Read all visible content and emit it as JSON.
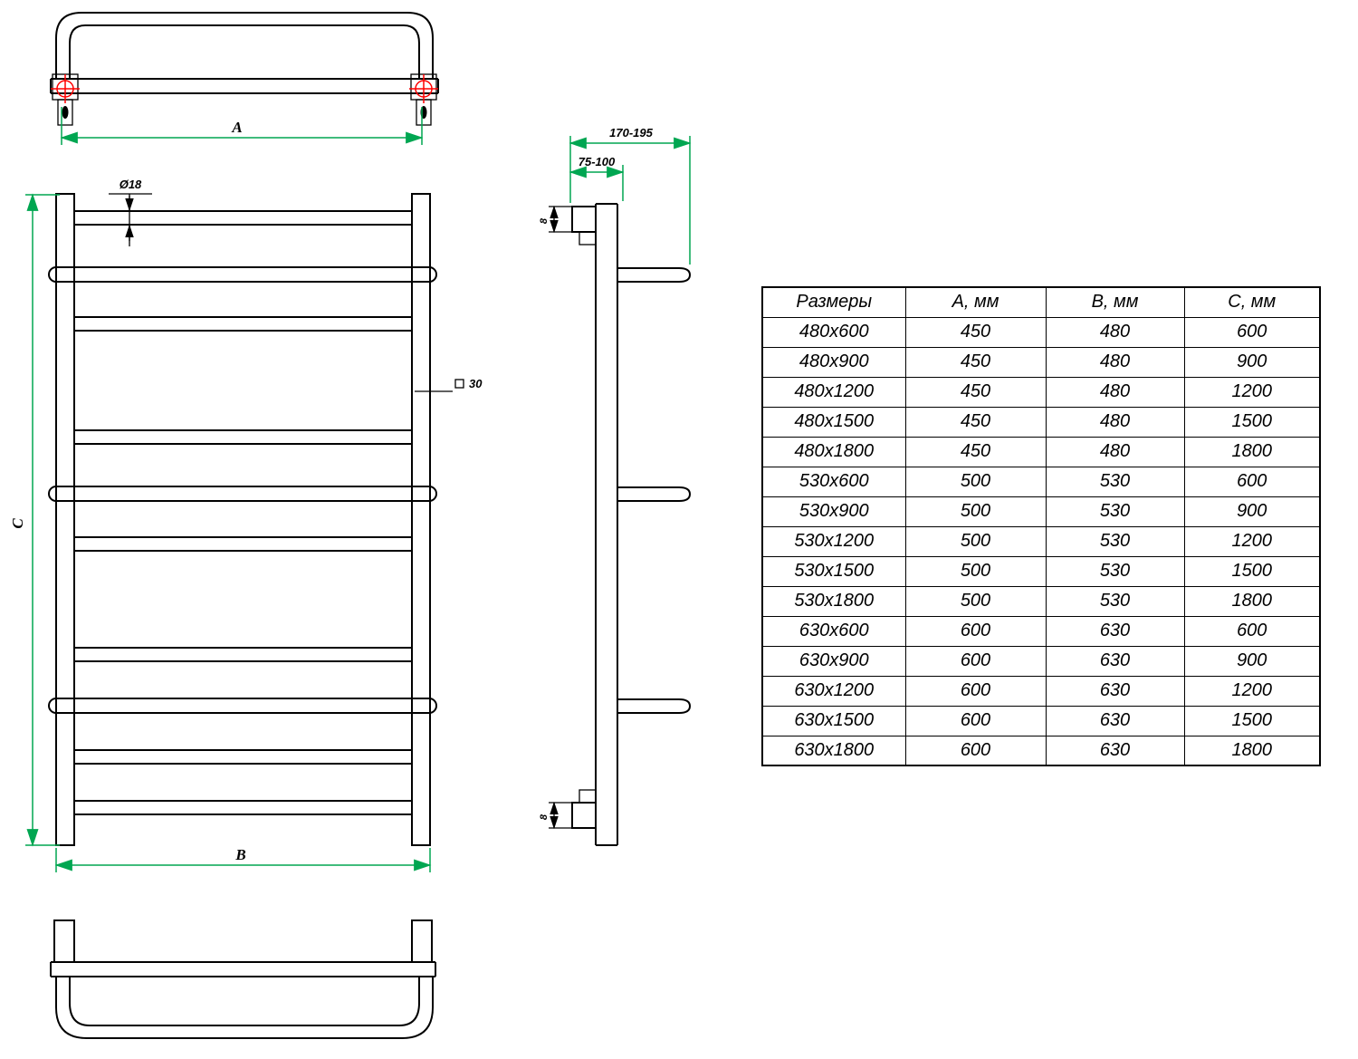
{
  "page": {
    "background": "#ffffff"
  },
  "table": {
    "headers": [
      "Размеры",
      "А, мм",
      "В, мм",
      "С, мм"
    ],
    "rows": [
      [
        "480x600",
        "450",
        "480",
        "600"
      ],
      [
        "480x900",
        "450",
        "480",
        "900"
      ],
      [
        "480x1200",
        "450",
        "480",
        "1200"
      ],
      [
        "480x1500",
        "450",
        "480",
        "1500"
      ],
      [
        "480x1800",
        "450",
        "480",
        "1800"
      ],
      [
        "530x600",
        "500",
        "530",
        "600"
      ],
      [
        "530x900",
        "500",
        "530",
        "900"
      ],
      [
        "530x1200",
        "500",
        "530",
        "1200"
      ],
      [
        "530x1500",
        "500",
        "530",
        "1500"
      ],
      [
        "530x1800",
        "500",
        "530",
        "1800"
      ],
      [
        "630x600",
        "600",
        "630",
        "600"
      ],
      [
        "630x900",
        "600",
        "630",
        "900"
      ],
      [
        "630x1200",
        "600",
        "630",
        "1200"
      ],
      [
        "630x1500",
        "600",
        "630",
        "1500"
      ],
      [
        "630x1800",
        "600",
        "630",
        "1800"
      ]
    ]
  },
  "drawing": {
    "dim_a_label": "А",
    "dim_b_label": "В",
    "dim_c_label": "С",
    "tube_diameter_label": "Ø18",
    "square_profile_label": "30",
    "depth_range_label": "170-195",
    "wall_offset_label": "75-100",
    "top_radius_label": "8",
    "bottom_radius_label": "8",
    "colors": {
      "dimension_green": "#00A651",
      "crosshair_red": "#FF0000",
      "line_black": "#000000"
    }
  }
}
